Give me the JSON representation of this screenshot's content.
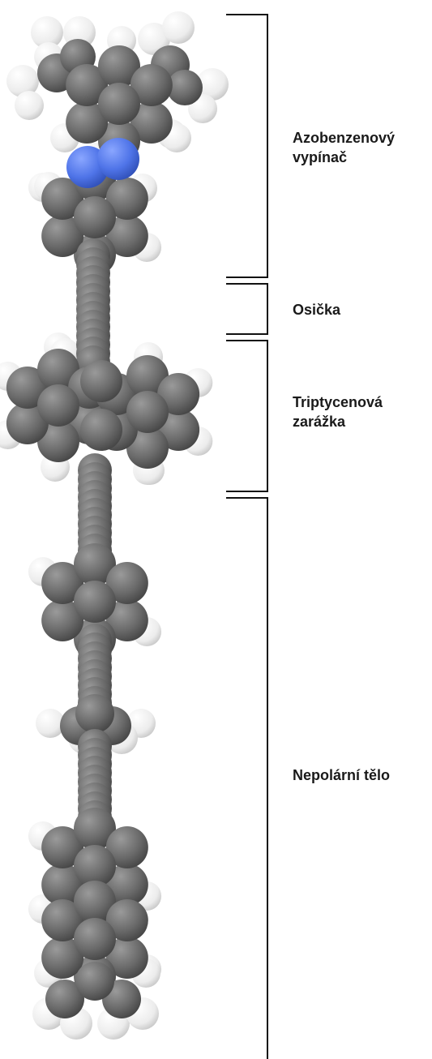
{
  "colors": {
    "carbon": "#6a6a6a",
    "carbon_dark": "#4a4a4a",
    "hydrogen": "#f2f2f2",
    "nitrogen": "#4f74e8",
    "bracket": "#111111",
    "label": "#1a1a1a"
  },
  "labels": {
    "azobenzene_line1": "Azobenzenový",
    "azobenzene_line2": "vypínač",
    "axle": "Osička",
    "triptycene_line1": "Triptycenová",
    "triptycene_line2": "zarážka",
    "body": "Nepolární tělo"
  },
  "molecule": {
    "segments": [
      "azobenzene-switch",
      "axle",
      "triptycene-stopper",
      "nonpolar-body"
    ]
  }
}
